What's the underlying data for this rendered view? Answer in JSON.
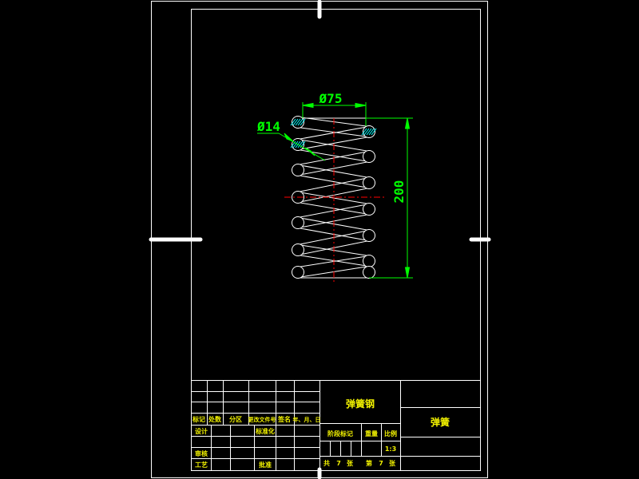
{
  "drawing": {
    "dimensions": {
      "outer_diameter": "Ø75",
      "wire_diameter": "Ø14",
      "free_length": "200"
    }
  },
  "title_block": {
    "material": "弹簧钢",
    "part_name": "弹簧",
    "labels": {
      "mark": "标记",
      "count": "处数",
      "zone": "分区",
      "change_doc": "更改文件号",
      "signature": "签名",
      "date": "年、月、日",
      "design": "设计",
      "standardize": "标准化",
      "stage_mark": "阶段标记",
      "weight": "重量",
      "scale": "比例",
      "review": "审核",
      "process": "工艺",
      "approve": "批准",
      "total": "共",
      "sheets": "张",
      "sheet_no": "第",
      "sheet": "张",
      "total_count": "7",
      "sheet_count": "7"
    },
    "scale_value": "1:3"
  },
  "colors": {
    "border": "#ffffff",
    "dimension": "#00ff00",
    "centerline": "#ff0000",
    "title_text": "#f2f200",
    "hatch": "#00ffff"
  }
}
